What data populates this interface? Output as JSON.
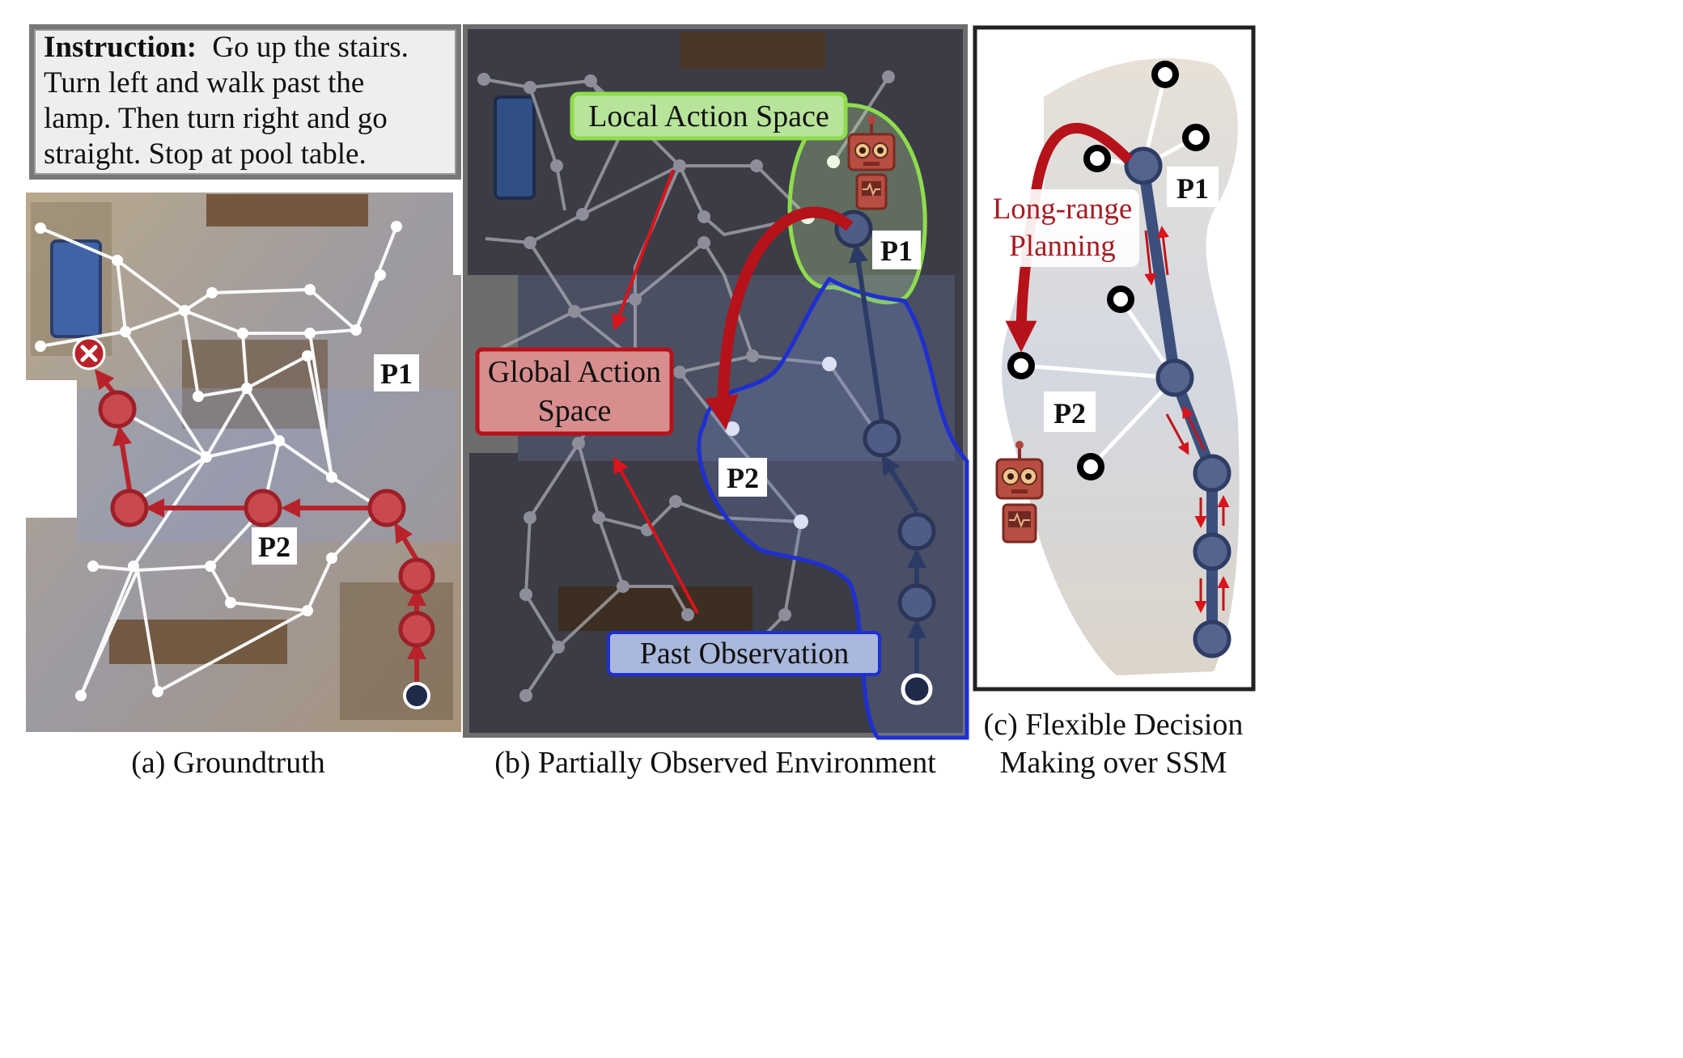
{
  "instruction": {
    "prefix": "Instruction:",
    "lines": [
      "Go up the stairs.",
      "Turn left and walk past the",
      "lamp. Then turn right and go",
      "straight. Stop at pool table."
    ]
  },
  "panel_a": {
    "caption": "(a) Groundtruth",
    "label_p1": "P1",
    "label_p2": "P2"
  },
  "panel_b": {
    "caption": "(b) Partially Observed Environment",
    "local_action_space": "Local Action Space",
    "global_action_space": [
      "Global Action",
      "Space"
    ],
    "past_observation": "Past Observation",
    "label_p1": "P1",
    "label_p2": "P2"
  },
  "panel_c": {
    "caption": [
      "(c) Flexible Decision",
      "Making over SSM"
    ],
    "long_range": [
      "Long-range",
      "Planning"
    ],
    "label_p1": "P1",
    "label_p2": "P2"
  },
  "colors": {
    "path_red": "#b8232b",
    "node_red": "#c9494f",
    "observed_blue": "#3d4f7c",
    "region_green": "#8fdc4e",
    "region_blue": "#1f2fd0",
    "arrow_red": "#d9141c"
  }
}
